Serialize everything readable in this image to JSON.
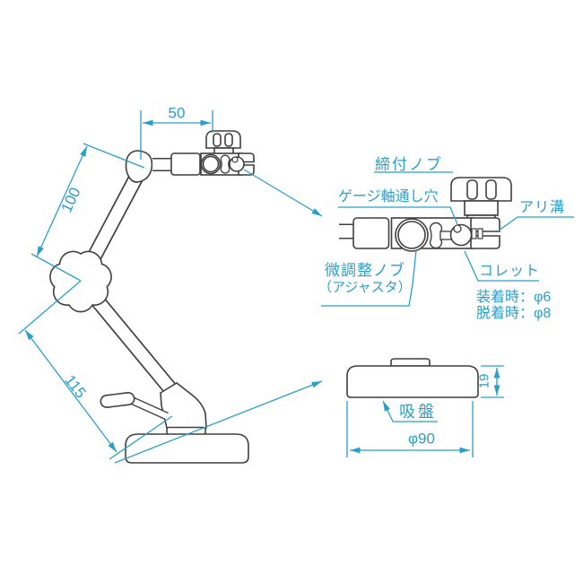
{
  "diagram": {
    "type": "technical-drawing",
    "subject": "articulated suction-cup gauge stand",
    "dimensions": {
      "head_offset": "50",
      "upper_arm": "100",
      "lower_arm": "115",
      "base_diameter": "φ90",
      "base_height": "19"
    },
    "labels": {
      "tightening_knob": "締付ノブ",
      "gauge_shaft_hole": "ゲージ軸通し穴",
      "dovetail_groove": "アリ溝",
      "fine_adjust_knob_line1": "微調整ノブ",
      "fine_adjust_knob_line2": "（アジャスタ）",
      "collet": "コレット",
      "collet_mounted": "装着時：φ6",
      "collet_released": "脱着時：φ8",
      "suction_cup": "吸盤"
    },
    "colors": {
      "line": "#3f3f3f",
      "annotation": "#2a9fc7",
      "background": "#ffffff"
    }
  }
}
